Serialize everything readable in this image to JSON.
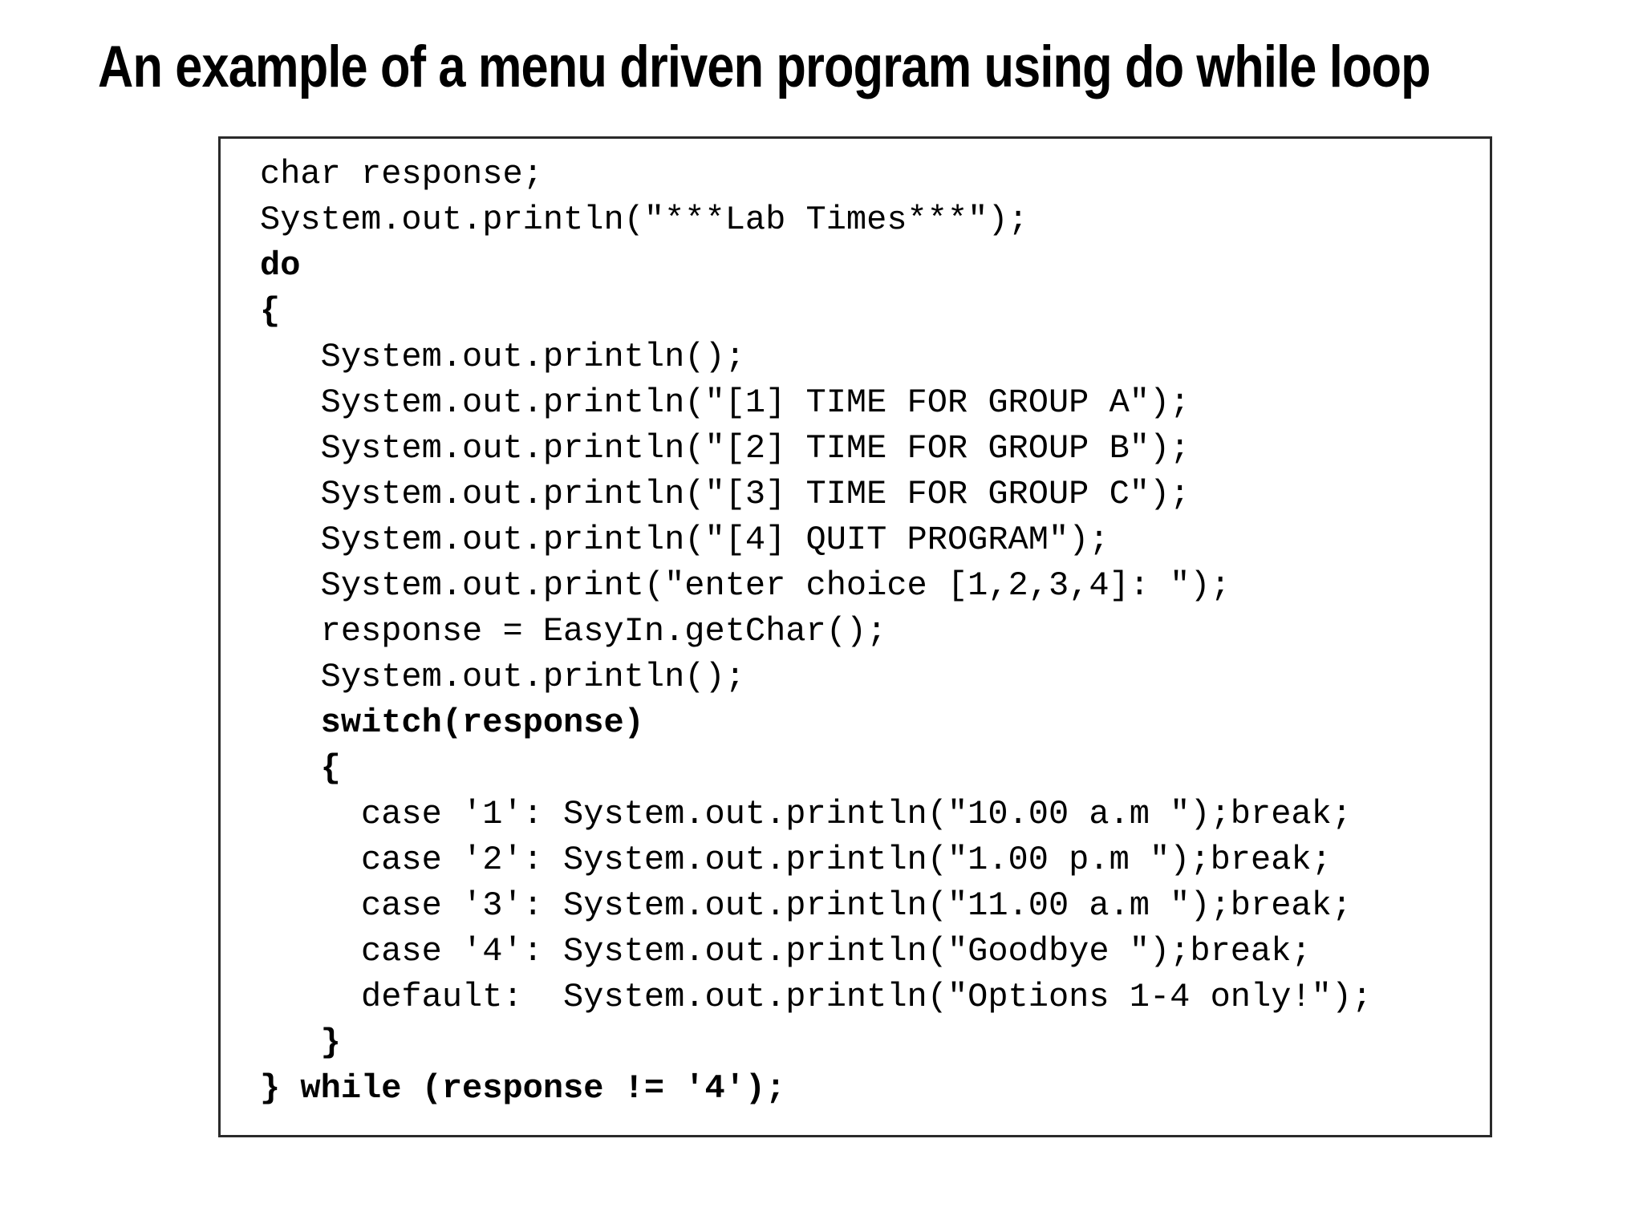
{
  "title": "An example of a menu driven program using do while loop",
  "colors": {
    "text": "#000000",
    "background": "#ffffff",
    "panel_border": "#2a2a2a"
  },
  "code": {
    "language": "java",
    "lines": [
      {
        "t": "char response;",
        "b": false
      },
      {
        "t": "System.out.println(\"***Lab Times***\");",
        "b": false
      },
      {
        "t": "do",
        "b": true
      },
      {
        "t": "{",
        "b": true
      },
      {
        "t": "   System.out.println();",
        "b": false
      },
      {
        "t": "   System.out.println(\"[1] TIME FOR GROUP A\");",
        "b": false
      },
      {
        "t": "   System.out.println(\"[2] TIME FOR GROUP B\");",
        "b": false
      },
      {
        "t": "   System.out.println(\"[3] TIME FOR GROUP C\");",
        "b": false
      },
      {
        "t": "   System.out.println(\"[4] QUIT PROGRAM\");",
        "b": false
      },
      {
        "t": "   System.out.print(\"enter choice [1,2,3,4]: \");",
        "b": false
      },
      {
        "t": "   response = EasyIn.getChar();",
        "b": false
      },
      {
        "t": "   System.out.println();",
        "b": false
      },
      {
        "t": "   switch(response)",
        "b": true
      },
      {
        "t": "   {",
        "b": true
      },
      {
        "t": "     case '1': System.out.println(\"10.00 a.m \");break;",
        "b": false
      },
      {
        "t": "     case '2': System.out.println(\"1.00 p.m \");break;",
        "b": false
      },
      {
        "t": "     case '3': System.out.println(\"11.00 a.m \");break;",
        "b": false
      },
      {
        "t": "     case '4': System.out.println(\"Goodbye \");break;",
        "b": false
      },
      {
        "t": "     default:  System.out.println(\"Options 1-4 only!\");",
        "b": false
      },
      {
        "t": "   }",
        "b": true
      },
      {
        "t": "} while (response != '4');",
        "b": true
      }
    ]
  }
}
